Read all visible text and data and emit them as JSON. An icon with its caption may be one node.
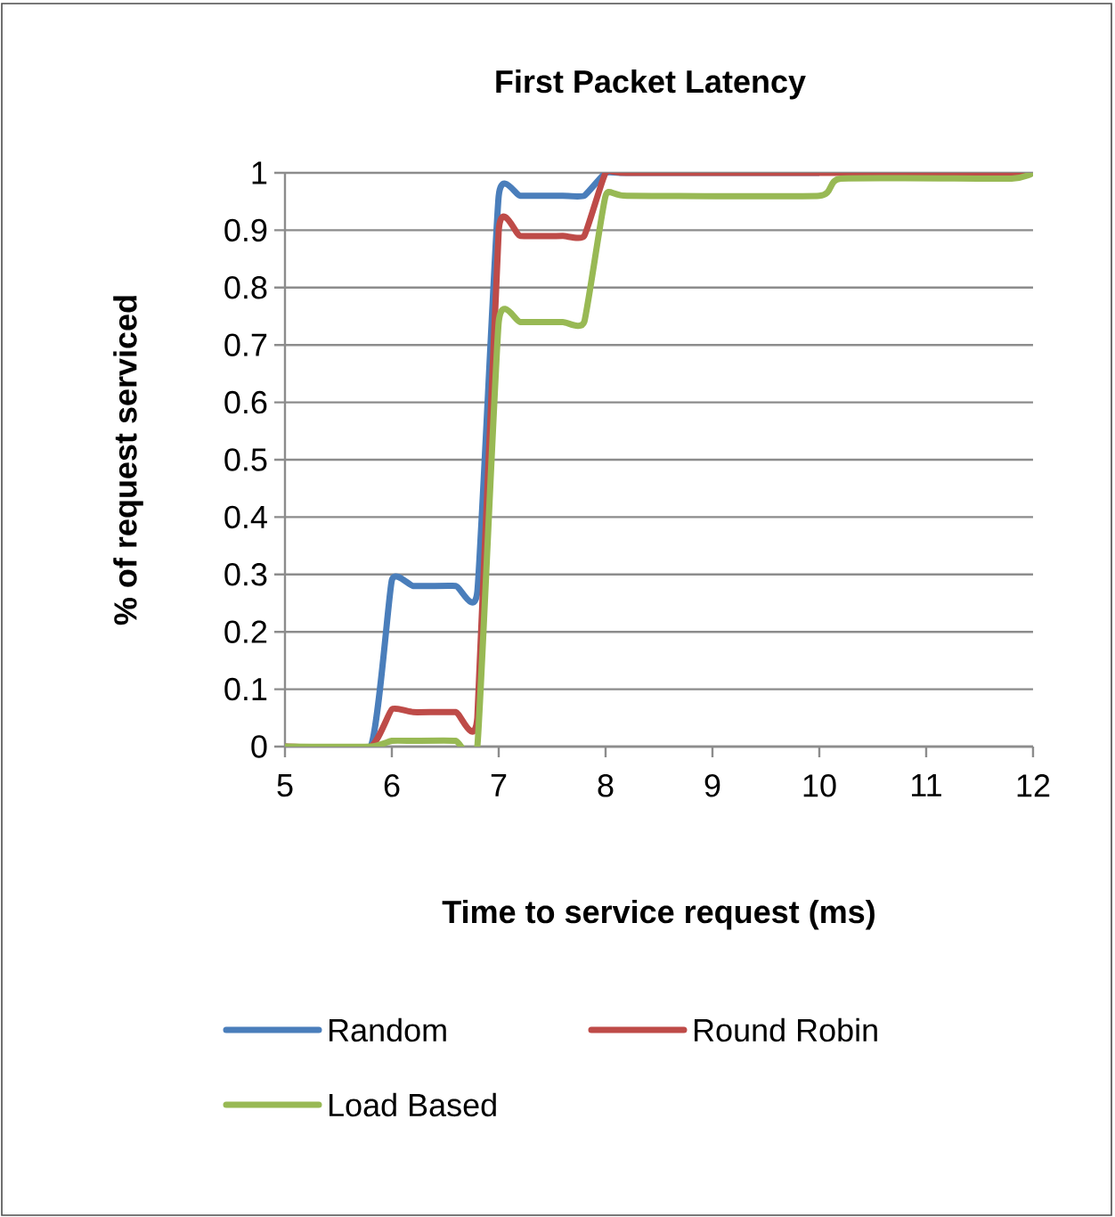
{
  "diagram": {
    "chart_data": {
      "type": "line",
      "title": "First Packet Latency",
      "xlabel": "Time to service request (ms)",
      "ylabel": "% of request serviced",
      "x": [
        5,
        5.8,
        6,
        6.2,
        6.6,
        6.8,
        7,
        7.2,
        7.6,
        7.8,
        8,
        8.2,
        10,
        10.2,
        11.8,
        12
      ],
      "series": [
        {
          "name": "Random",
          "color": "#4a7ebb",
          "values": [
            0,
            0,
            0.29,
            0.28,
            0.28,
            0.27,
            0.96,
            0.96,
            0.96,
            0.96,
            1,
            1,
            1,
            null,
            null,
            null
          ]
        },
        {
          "name": "Round Robin",
          "color": "#be4b48",
          "values": [
            0,
            0,
            0.065,
            0.06,
            0.06,
            0.05,
            0.9,
            0.89,
            0.89,
            0.89,
            1,
            1,
            1,
            1,
            1,
            1
          ]
        },
        {
          "name": "Load Based",
          "color": "#98b954",
          "values": [
            0,
            0,
            0.01,
            0.01,
            0.01,
            0,
            0.74,
            0.74,
            0.74,
            0.74,
            0.96,
            0.96,
            0.96,
            0.99,
            0.99,
            1
          ]
        }
      ],
      "xlim": [
        5,
        12
      ],
      "ylim": [
        0,
        1
      ],
      "grid": "y",
      "legend": "bottom",
      "xticks": [
        5,
        6,
        7,
        8,
        9,
        10,
        11,
        12
      ],
      "yticks": [
        0,
        0.1,
        0.2,
        0.3,
        0.4,
        0.5,
        0.6,
        0.7,
        0.8,
        0.9,
        1
      ]
    }
  }
}
